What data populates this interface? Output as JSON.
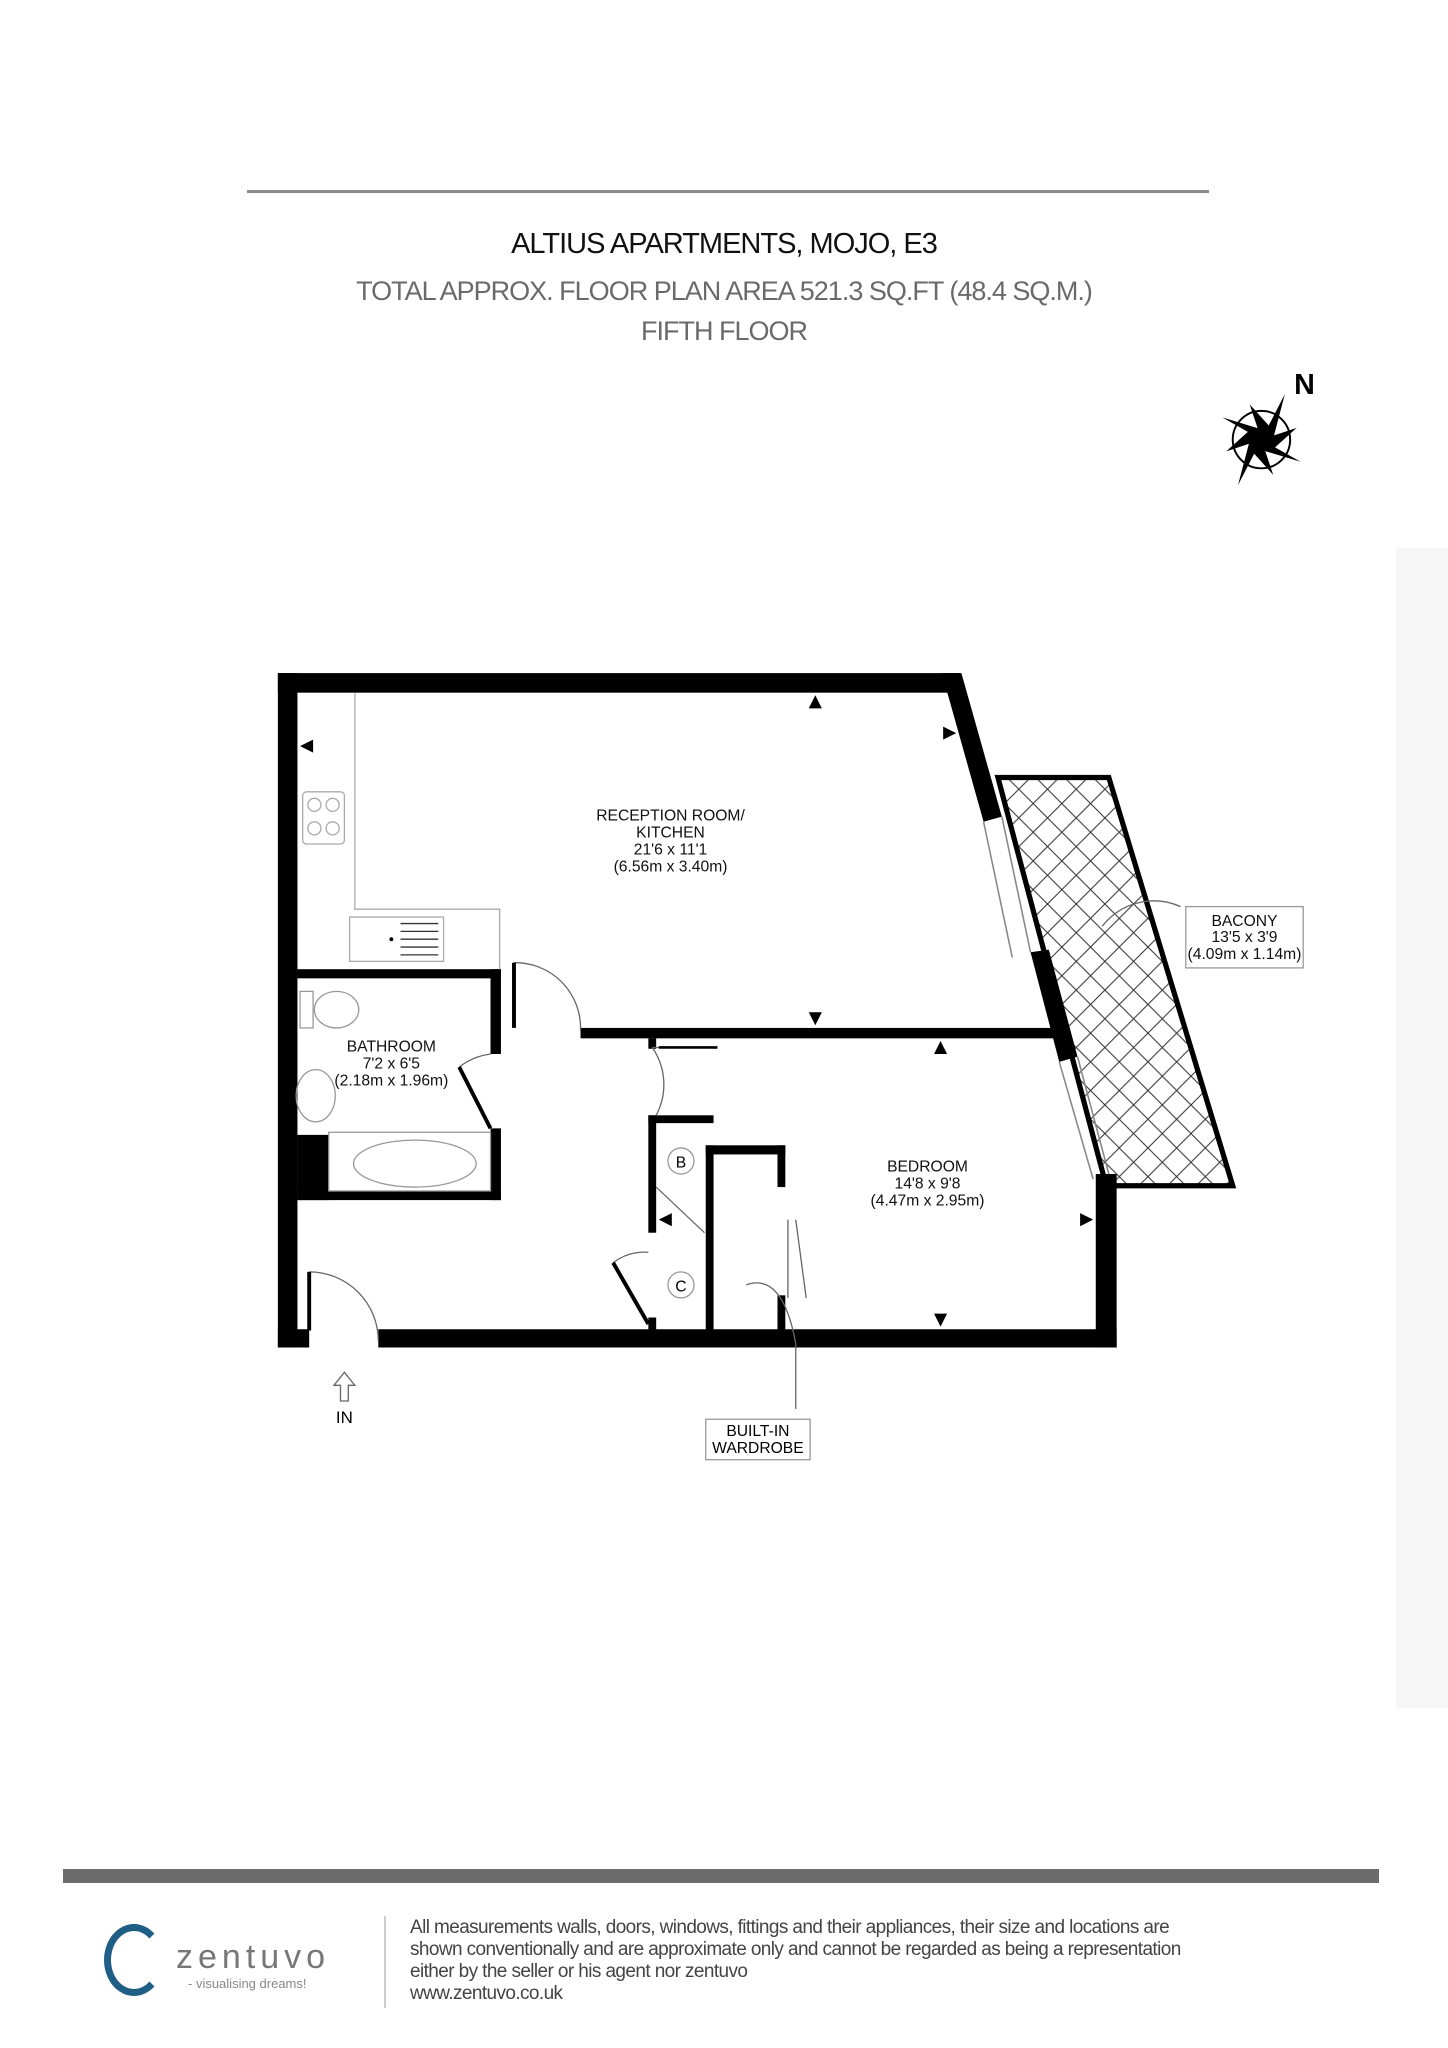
{
  "header": {
    "title": "ALTIUS APARTMENTS, MOJO, E3",
    "subtitle": "TOTAL APPROX. FLOOR PLAN AREA 521.3 SQ.FT (48.4 SQ.M.)",
    "floor": "FIFTH FLOOR"
  },
  "compass": {
    "north_label": "N"
  },
  "rooms": {
    "reception": {
      "name_1": "RECEPTION ROOM/",
      "name_2": "KITCHEN",
      "imperial": "21'6 x 11'1",
      "metric": "(6.56m x 3.40m)"
    },
    "bathroom": {
      "name": "BATHROOM",
      "imperial": "7'2 x 6'5",
      "metric": "(2.18m x 1.96m)"
    },
    "bedroom": {
      "name": "BEDROOM",
      "imperial": "14'8 x 9'8",
      "metric": "(4.47m x 2.95m)"
    },
    "balcony": {
      "name": "BACONY",
      "imperial": "13'5 x 3'9",
      "metric": "(4.09m x 1.14m)"
    }
  },
  "labels": {
    "boiler": "B",
    "cupboard": "C",
    "entrance": "IN",
    "wardrobe_1": "BUILT-IN",
    "wardrobe_2": "WARDROBE"
  },
  "footer": {
    "logo_name": "zentuvo",
    "logo_tagline": "- visualising dreams!",
    "disclaimer": [
      "All measurements walls, doors, windows, fittings and their appliances, their size and locations are",
      "shown conventionally and are approximate only and cannot be regarded as being a representation",
      "either by the seller or his agent nor zentuvo",
      "www.zentuvo.co.uk"
    ]
  },
  "colors": {
    "wall": "#000000",
    "logo_blue": "#1f5f86",
    "bar": "#6b6b6b"
  }
}
